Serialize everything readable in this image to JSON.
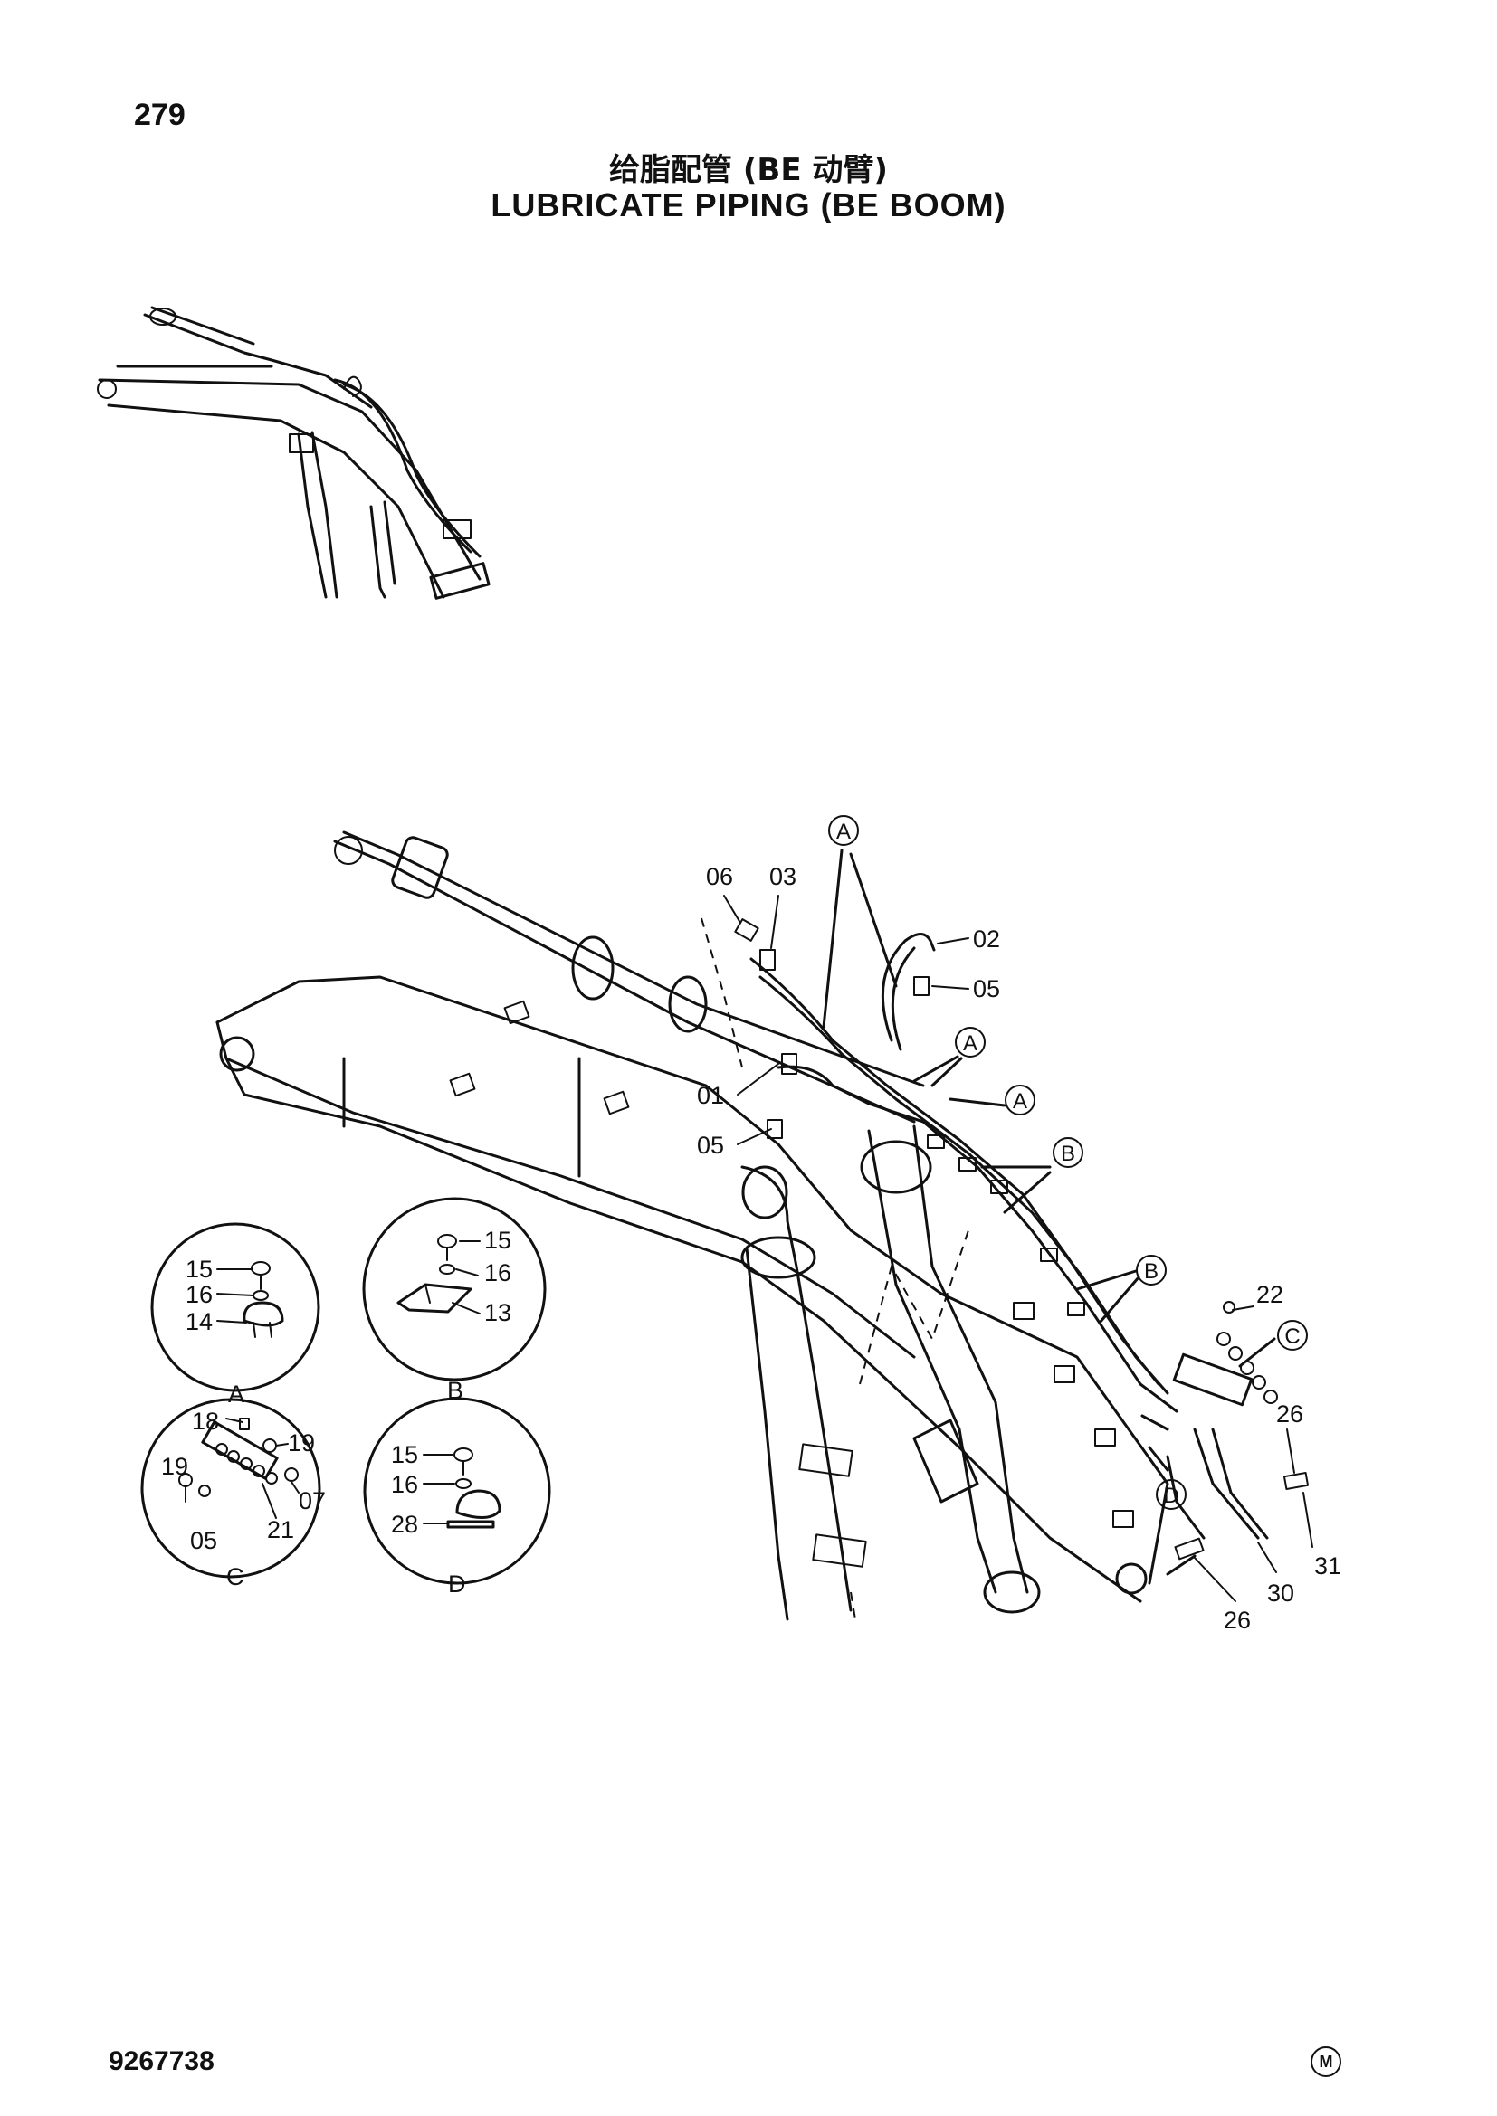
{
  "page_number": "279",
  "title_cn": "给脂配管 (BE 动臂)",
  "title_en": "LUBRICATE PIPING (BE BOOM)",
  "doc_number": "9267738",
  "mark": "M",
  "callouts": {
    "c06": "06",
    "c03": "03",
    "c02": "02",
    "c05a": "05",
    "c01": "01",
    "c05b": "05",
    "c22": "22",
    "c26a": "26",
    "c31": "31",
    "c30": "30",
    "c26b": "26"
  },
  "refs": {
    "a1": "A",
    "a2": "A",
    "a3": "A",
    "b1": "B",
    "b2": "B",
    "c": "C",
    "d": "D"
  },
  "detail_A": {
    "label": "A",
    "parts": [
      "15",
      "16",
      "14"
    ]
  },
  "detail_B": {
    "label": "B",
    "parts": [
      "15",
      "16",
      "13"
    ]
  },
  "detail_C": {
    "label": "C",
    "parts": [
      "18",
      "19",
      "19",
      "07",
      "21",
      "05"
    ]
  },
  "detail_D": {
    "label": "D",
    "parts": [
      "15",
      "16",
      "28"
    ]
  }
}
